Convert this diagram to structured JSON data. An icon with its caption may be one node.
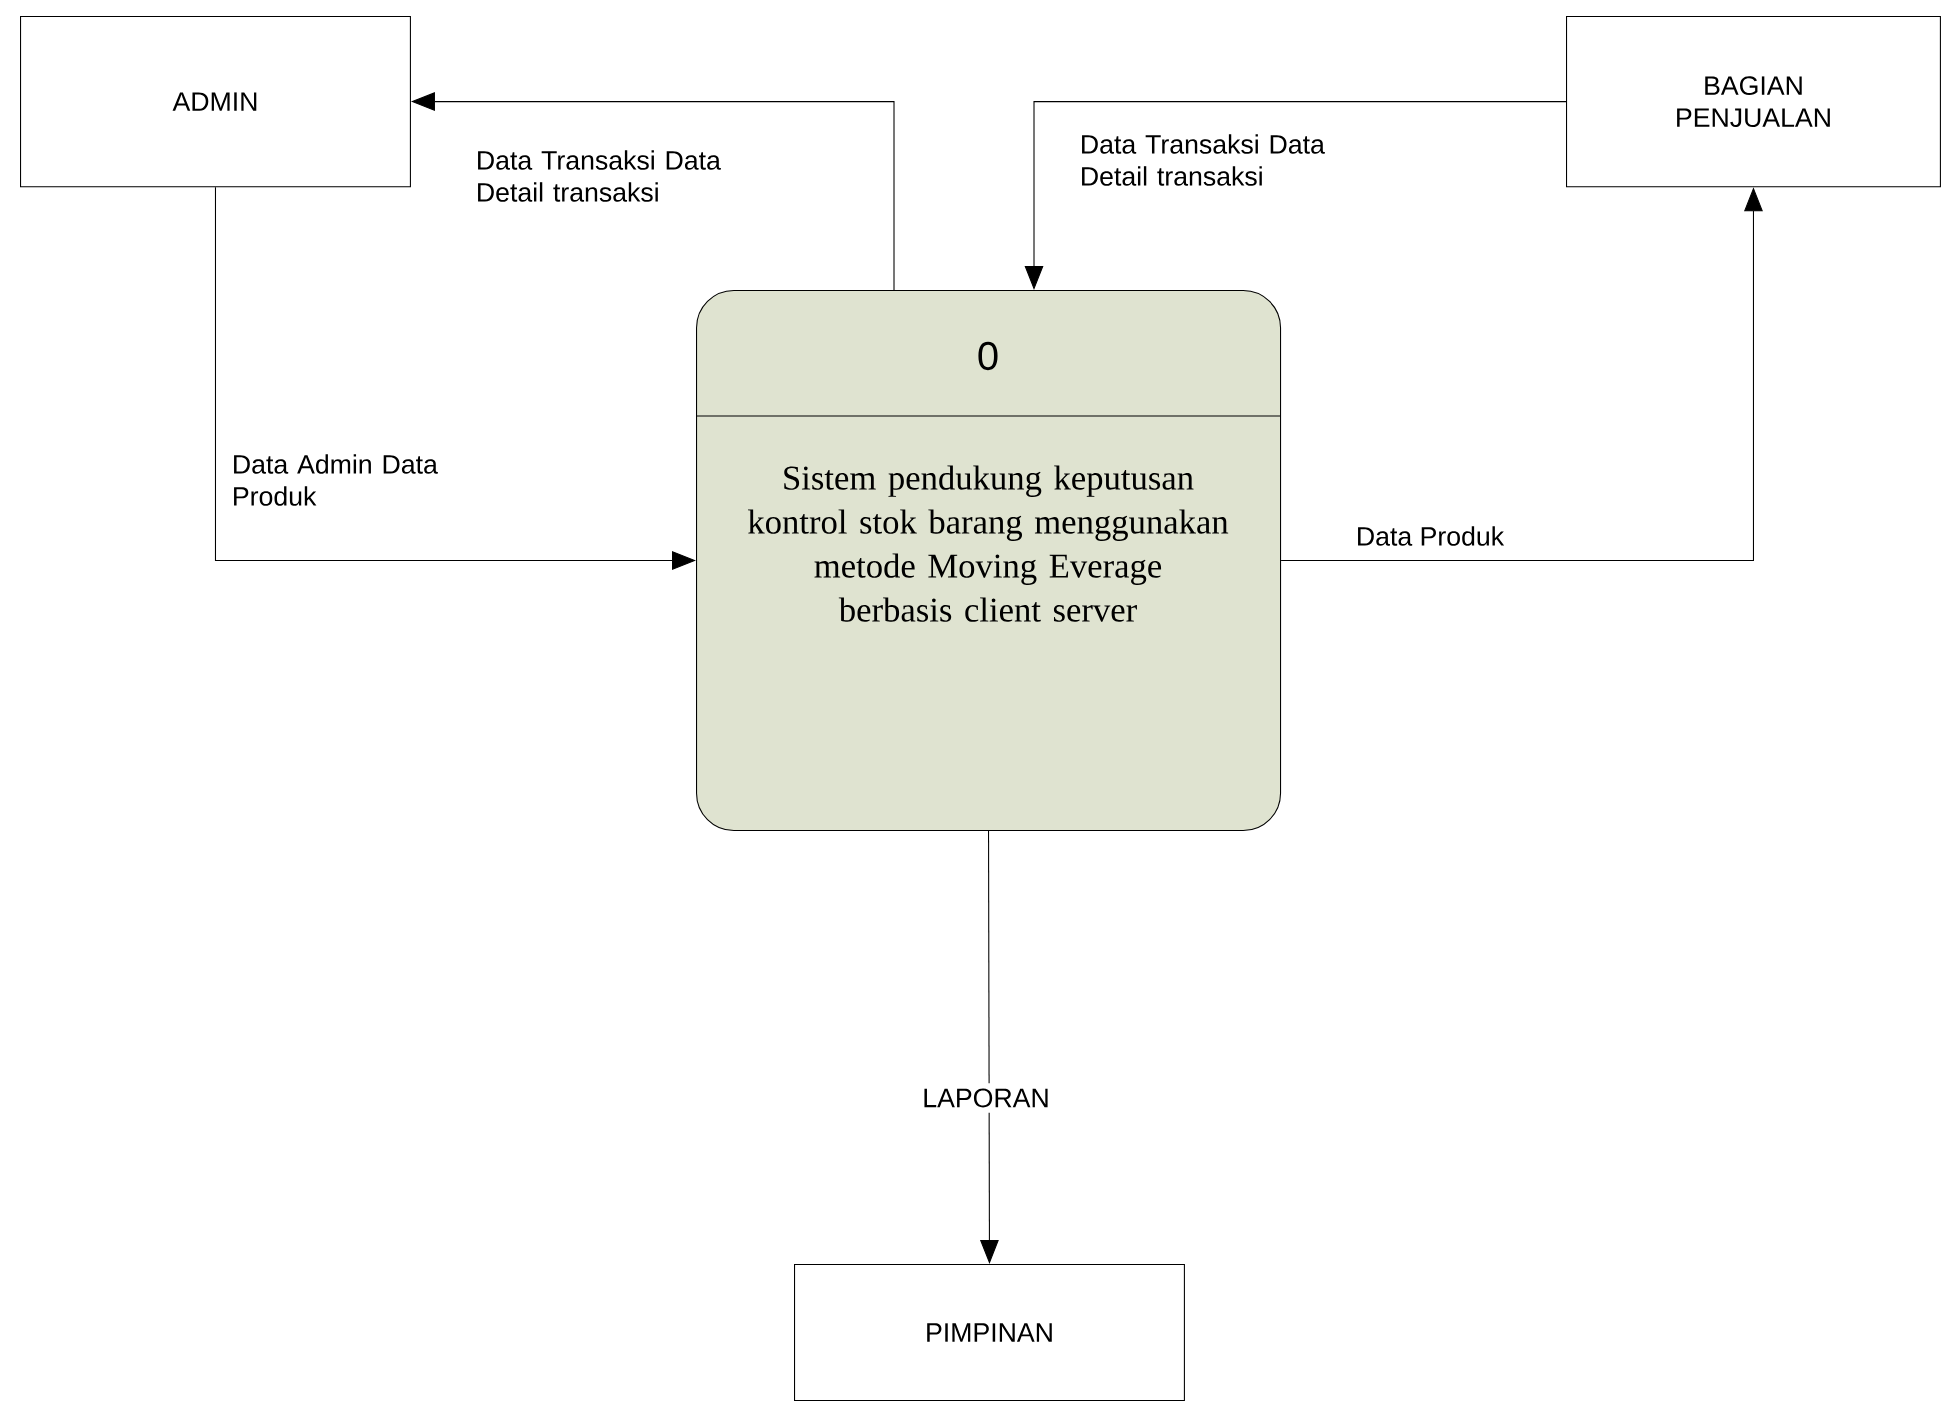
{
  "diagram": {
    "nodes": [
      {
        "text": [
          "ADMIN"
        ]
      },
      {
        "text": [
          "BAGIAN PENJUALAN"
        ]
      },
      {
        "text": [
          "0",
          "Sistem pendukung keputusan kontrol stok barang menggunakan metode Moving Everage berbasis client server"
        ]
      },
      {
        "text": [
          "PIMPINAN"
        ]
      }
    ],
    "edges": [
      {
        "from": 2,
        "to": 0,
        "arrow": "to",
        "label": "Data Transaksi Data Detail transaksi"
      },
      {
        "from": 1,
        "to": 2,
        "arrow": "to",
        "label": "Data Transaksi Data Detail transaksi"
      },
      {
        "from": 0,
        "to": 2,
        "arrow": "to",
        "label": "Data Admin Data Produk"
      },
      {
        "from": 2,
        "to": 1,
        "arrow": "to",
        "label": "Data Produk"
      },
      {
        "from": 2,
        "to": 3,
        "arrow": "to",
        "label": "LAPORAN"
      }
    ]
  }
}
